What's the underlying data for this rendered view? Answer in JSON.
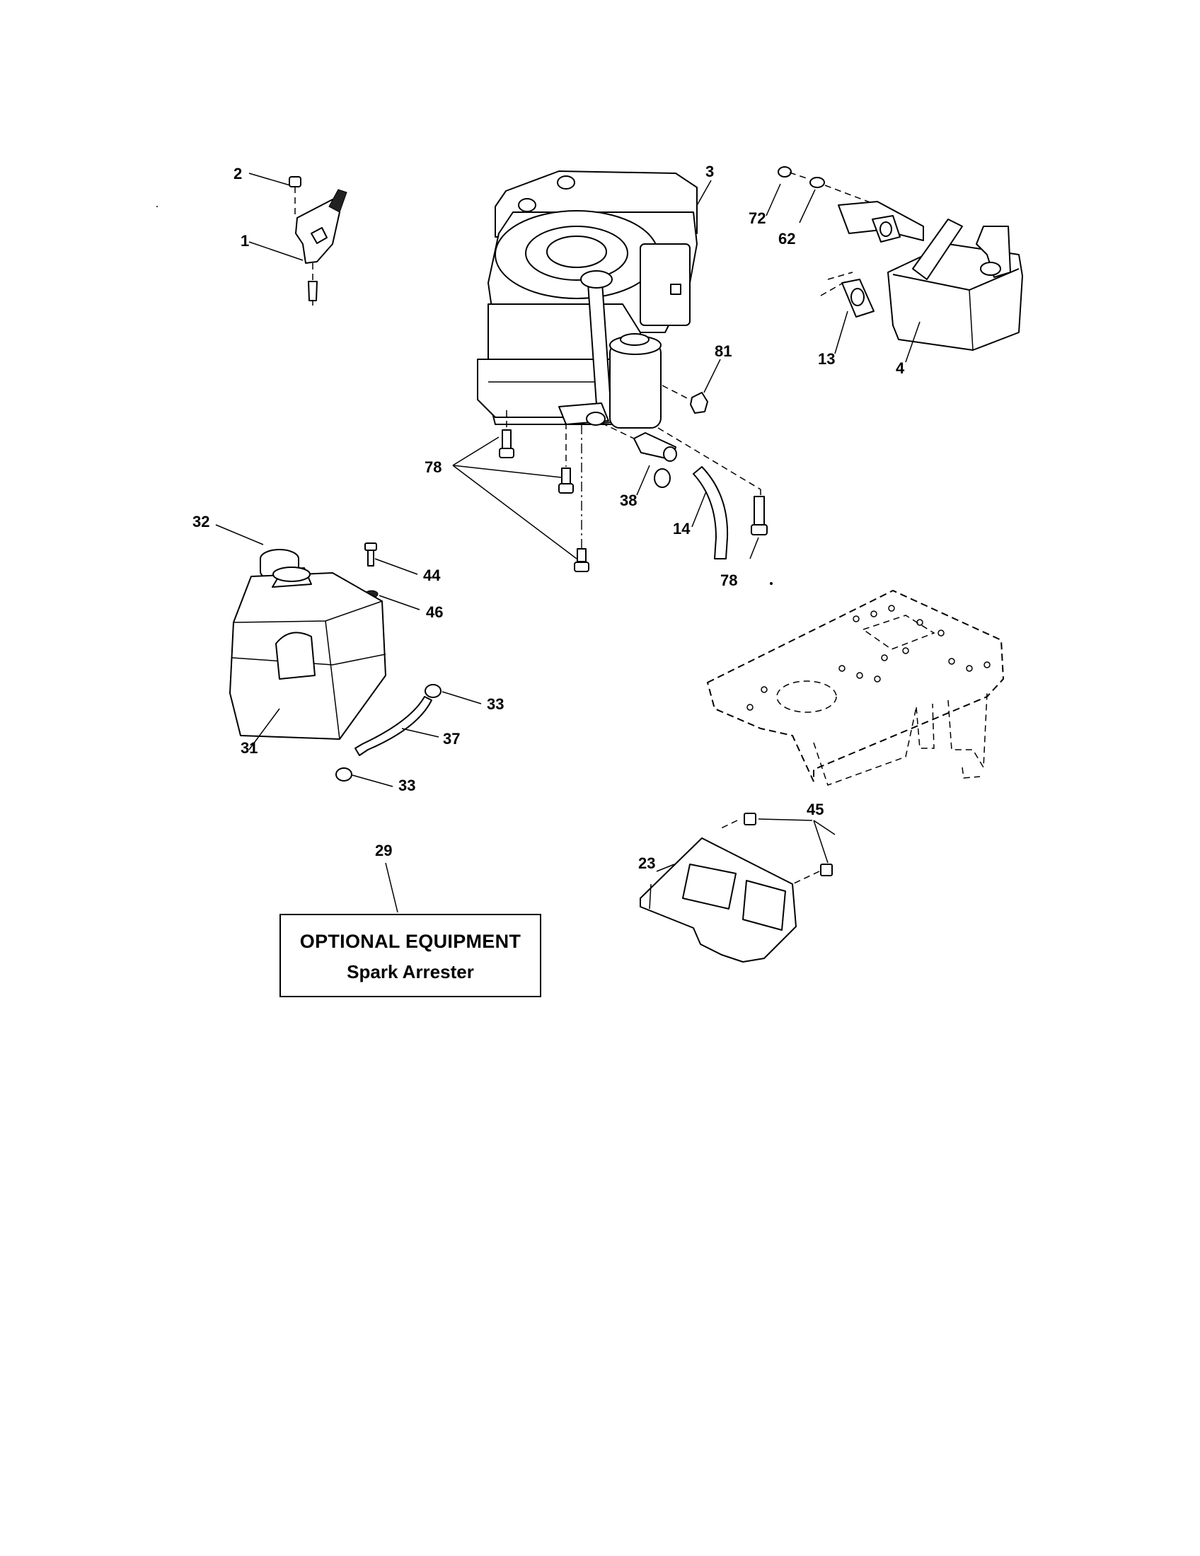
{
  "callouts": {
    "c1": "1",
    "c2": "2",
    "c3": "3",
    "c4": "4",
    "c13": "13",
    "c14": "14",
    "c23": "23",
    "c29": "29",
    "c31": "31",
    "c32": "32",
    "c33a": "33",
    "c33b": "33",
    "c37": "37",
    "c38": "38",
    "c44": "44",
    "c45": "45",
    "c46": "46",
    "c62": "62",
    "c72": "72",
    "c78a": "78",
    "c78b": "78",
    "c81": "81"
  },
  "optional_box": {
    "title": "OPTIONAL EQUIPMENT",
    "item": "Spark Arrester"
  }
}
